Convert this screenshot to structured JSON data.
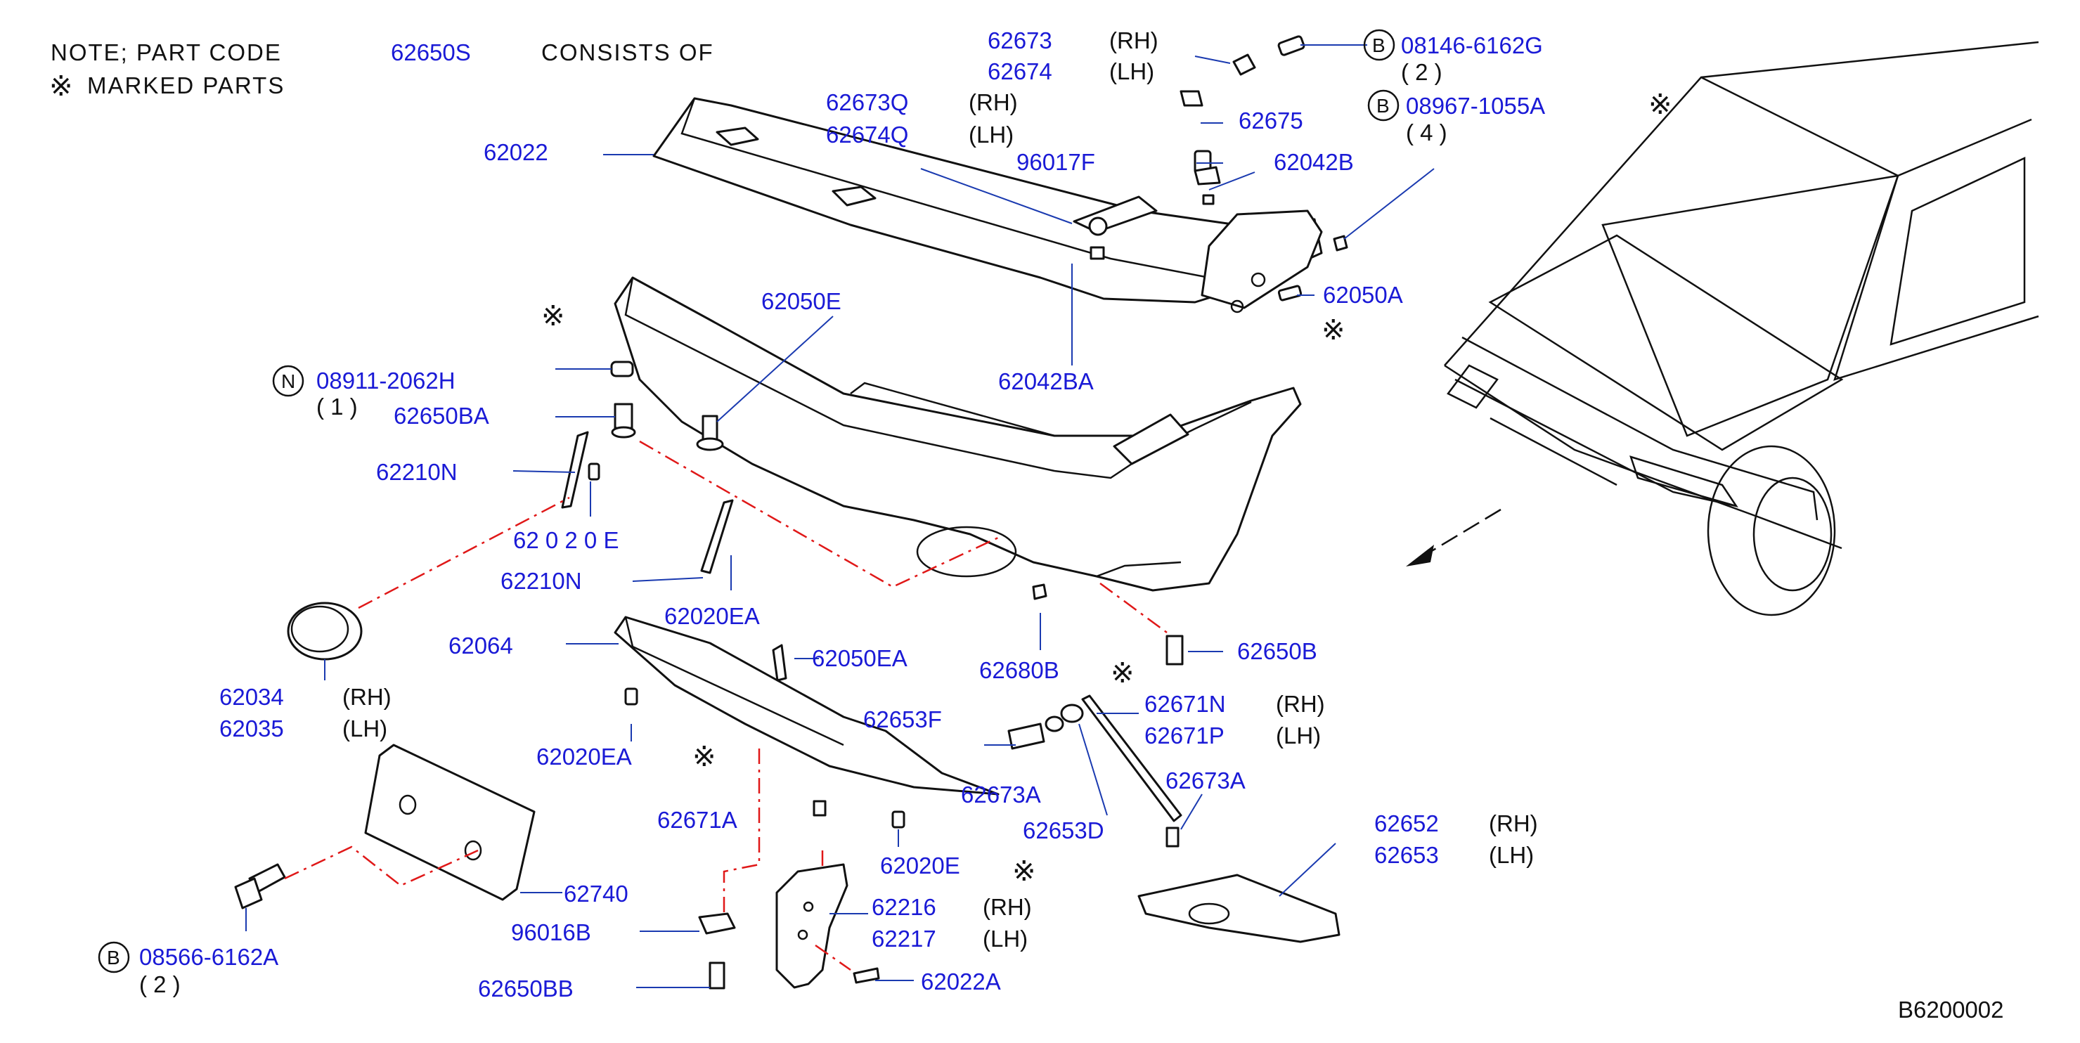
{
  "note": {
    "line1_prefix": "NOTE;  PART  CODE",
    "line1_code": "62650S",
    "line1_suffix": "CONSISTS  OF",
    "line2_mark": "※",
    "line2_text": "MARKED  PARTS"
  },
  "mark_symbol": "※",
  "diagram_code": "B6200002",
  "circle_prefixes": {
    "b": "B",
    "n": "N"
  },
  "parts": {
    "p62673": "62673",
    "p62673_side": "(RH)",
    "p62674": "62674",
    "p62674_side": "(LH)",
    "p08146": "08146-6162G",
    "p08146_qty": "( 2 )",
    "p62673Q": "62673Q",
    "p62673Q_side": "(RH)",
    "p62674Q": "62674Q",
    "p62674Q_side": "(LH)",
    "p62675": "62675",
    "p08967": "08967-1055A",
    "p08967_qty": "( 4 )",
    "p96017F": "96017F",
    "p62042B": "62042B",
    "p62022": "62022",
    "p62050E": "62050E",
    "p62050A": "62050A",
    "p62042BA": "62042BA",
    "p08911": "08911-2062H",
    "p08911_qty": "( 1 )",
    "p62650BA": "62650BA",
    "p62210N_a": "62210N",
    "p62020E_partial": "62 0 2 0 E",
    "p62210N_b": "62210N",
    "p62020EA_a": "62020EA",
    "p62064": "62064",
    "p62050EA": "62050EA",
    "p62680B": "62680B",
    "p62650B": "62650B",
    "p62034": "62034",
    "p62034_side": "(RH)",
    "p62035": "62035",
    "p62035_side": "(LH)",
    "p62653F": "62653F",
    "p62671N": "62671N",
    "p62671N_side": "(RH)",
    "p62671P": "62671P",
    "p62671P_side": "(LH)",
    "p62020EA_b": "62020EA",
    "p62673A_a": "62673A",
    "p62673A_b": "62673A",
    "p62671A": "62671A",
    "p62653D": "62653D",
    "p62020E": "62020E",
    "p62652": "62652",
    "p62652_side": "(RH)",
    "p62653": "62653",
    "p62653_side": "(LH)",
    "p62740": "62740",
    "p96016B": "96016B",
    "p62216": "62216",
    "p62216_side": "(RH)",
    "p62217": "62217",
    "p62217_side": "(LH)",
    "p08566": "08566-6162A",
    "p08566_qty": "( 2 )",
    "p62650BB": "62650BB",
    "p62022A": "62022A"
  }
}
